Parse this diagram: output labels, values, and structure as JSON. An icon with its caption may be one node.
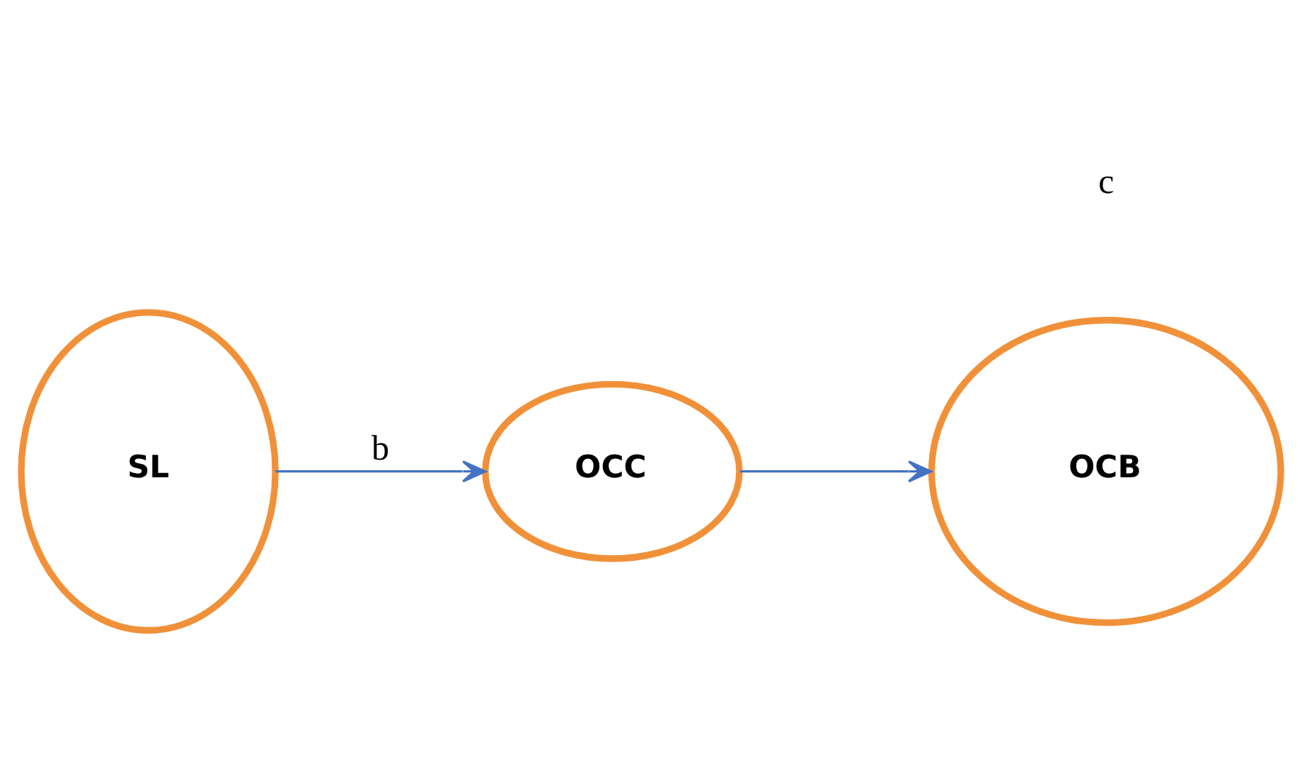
{
  "diagram": {
    "nodes": [
      {
        "text": [
          "OCC"
        ]
      },
      {
        "text": [
          "SL"
        ]
      },
      {
        "text": [
          "OCB"
        ]
      }
    ],
    "edges": [
      {
        "from": 1,
        "to": 0,
        "arrow": "to",
        "label": "b"
      },
      {
        "from": 0,
        "to": 2,
        "arrow": "to"
      }
    ],
    "labels": [
      "c"
    ]
  }
}
